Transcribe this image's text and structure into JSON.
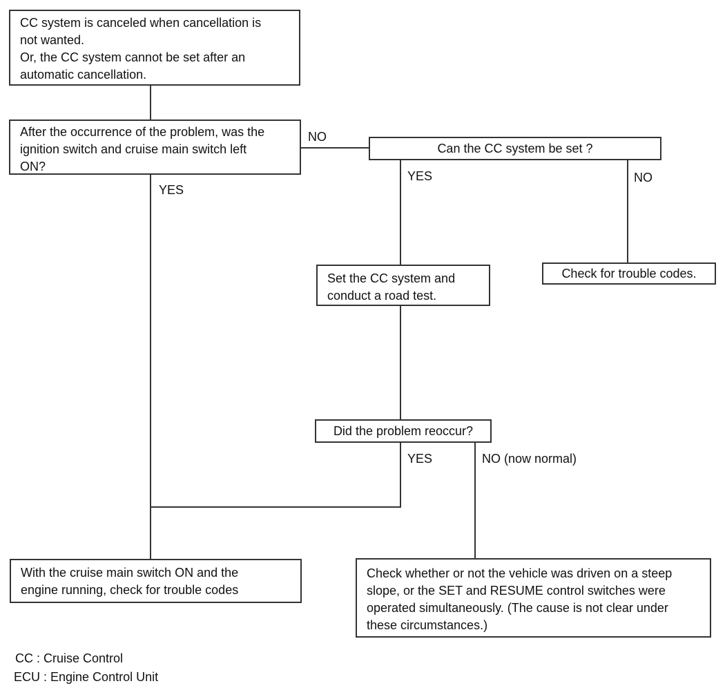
{
  "diagram_type": "flowchart",
  "nodes": {
    "problem": {
      "lines": [
        "CC system is canceled when cancellation is",
        "not wanted.",
        "Or, the CC system cannot be set after an",
        "automatic cancellation."
      ]
    },
    "q_switch_left_on": {
      "lines": [
        "After the occurrence of the problem, was the",
        "ignition switch and cruise main switch left",
        "ON?"
      ]
    },
    "q_cc_set": {
      "text": "Can the CC system be set ?"
    },
    "road_test": {
      "lines": [
        "Set the CC system and",
        "conduct a road test."
      ]
    },
    "trouble_codes": {
      "text": "Check for trouble codes."
    },
    "q_reoccur": {
      "text": "Did the problem reoccur?"
    },
    "trouble_codes_engine": {
      "lines": [
        "With the cruise main switch ON and the",
        "engine running, check for trouble codes"
      ]
    },
    "steep_slope": {
      "lines": [
        "Check whether or not the vehicle was driven on a steep",
        "slope, or the SET and RESUME control switches were",
        "operated simultaneously. (The cause is not clear under",
        "these circumstances.)"
      ]
    }
  },
  "branch_labels": {
    "switch_no": "NO",
    "switch_yes": "YES",
    "ccset_yes": "YES",
    "ccset_no": "NO",
    "reoccur_yes": "YES",
    "reoccur_no": "NO (now normal)"
  },
  "legend": {
    "cc": "CC : Cruise Control",
    "ecu": "ECU : Engine Control Unit"
  },
  "colors": {
    "background": "#ffffff",
    "line": "#333333",
    "text": "#111111"
  }
}
